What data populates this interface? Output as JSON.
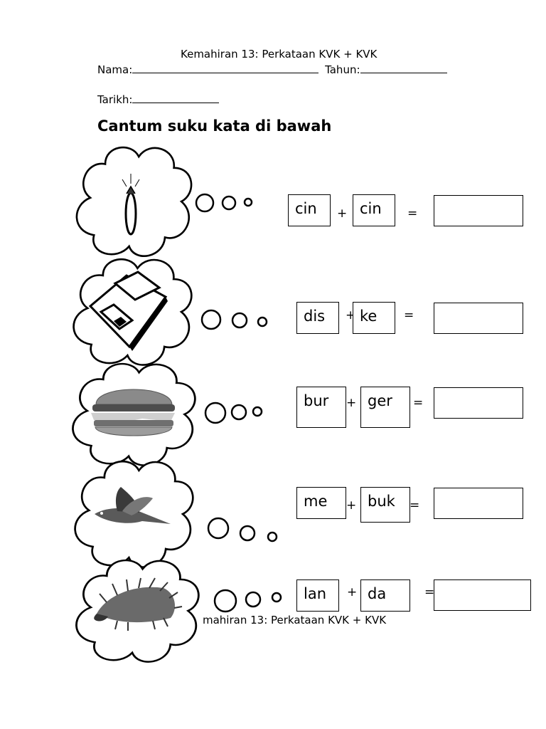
{
  "header": {
    "skill_title": "Kemahiran 13: Perkataan KVK + KVK",
    "name_label": "Nama:",
    "year_label": "Tahun:",
    "date_label": "Tarikh:"
  },
  "instruction": "Cantum suku kata di bawah",
  "rows": [
    {
      "picture": "ring-icon",
      "syllable_1": "cin",
      "syllable_2": "cin"
    },
    {
      "picture": "floppy-disk-icon",
      "syllable_1": "dis",
      "syllable_2": "ke"
    },
    {
      "picture": "burger-icon",
      "syllable_1": "bur",
      "syllable_2": "ger"
    },
    {
      "picture": "bird-icon",
      "syllable_1": "me",
      "syllable_2": "buk"
    },
    {
      "picture": "porcupine-icon",
      "syllable_1": "lan",
      "syllable_2": "da"
    }
  ],
  "operators": {
    "plus": "+",
    "equals": "="
  },
  "footer_text": "mahiran 13: Perkataan KVK + KVK"
}
